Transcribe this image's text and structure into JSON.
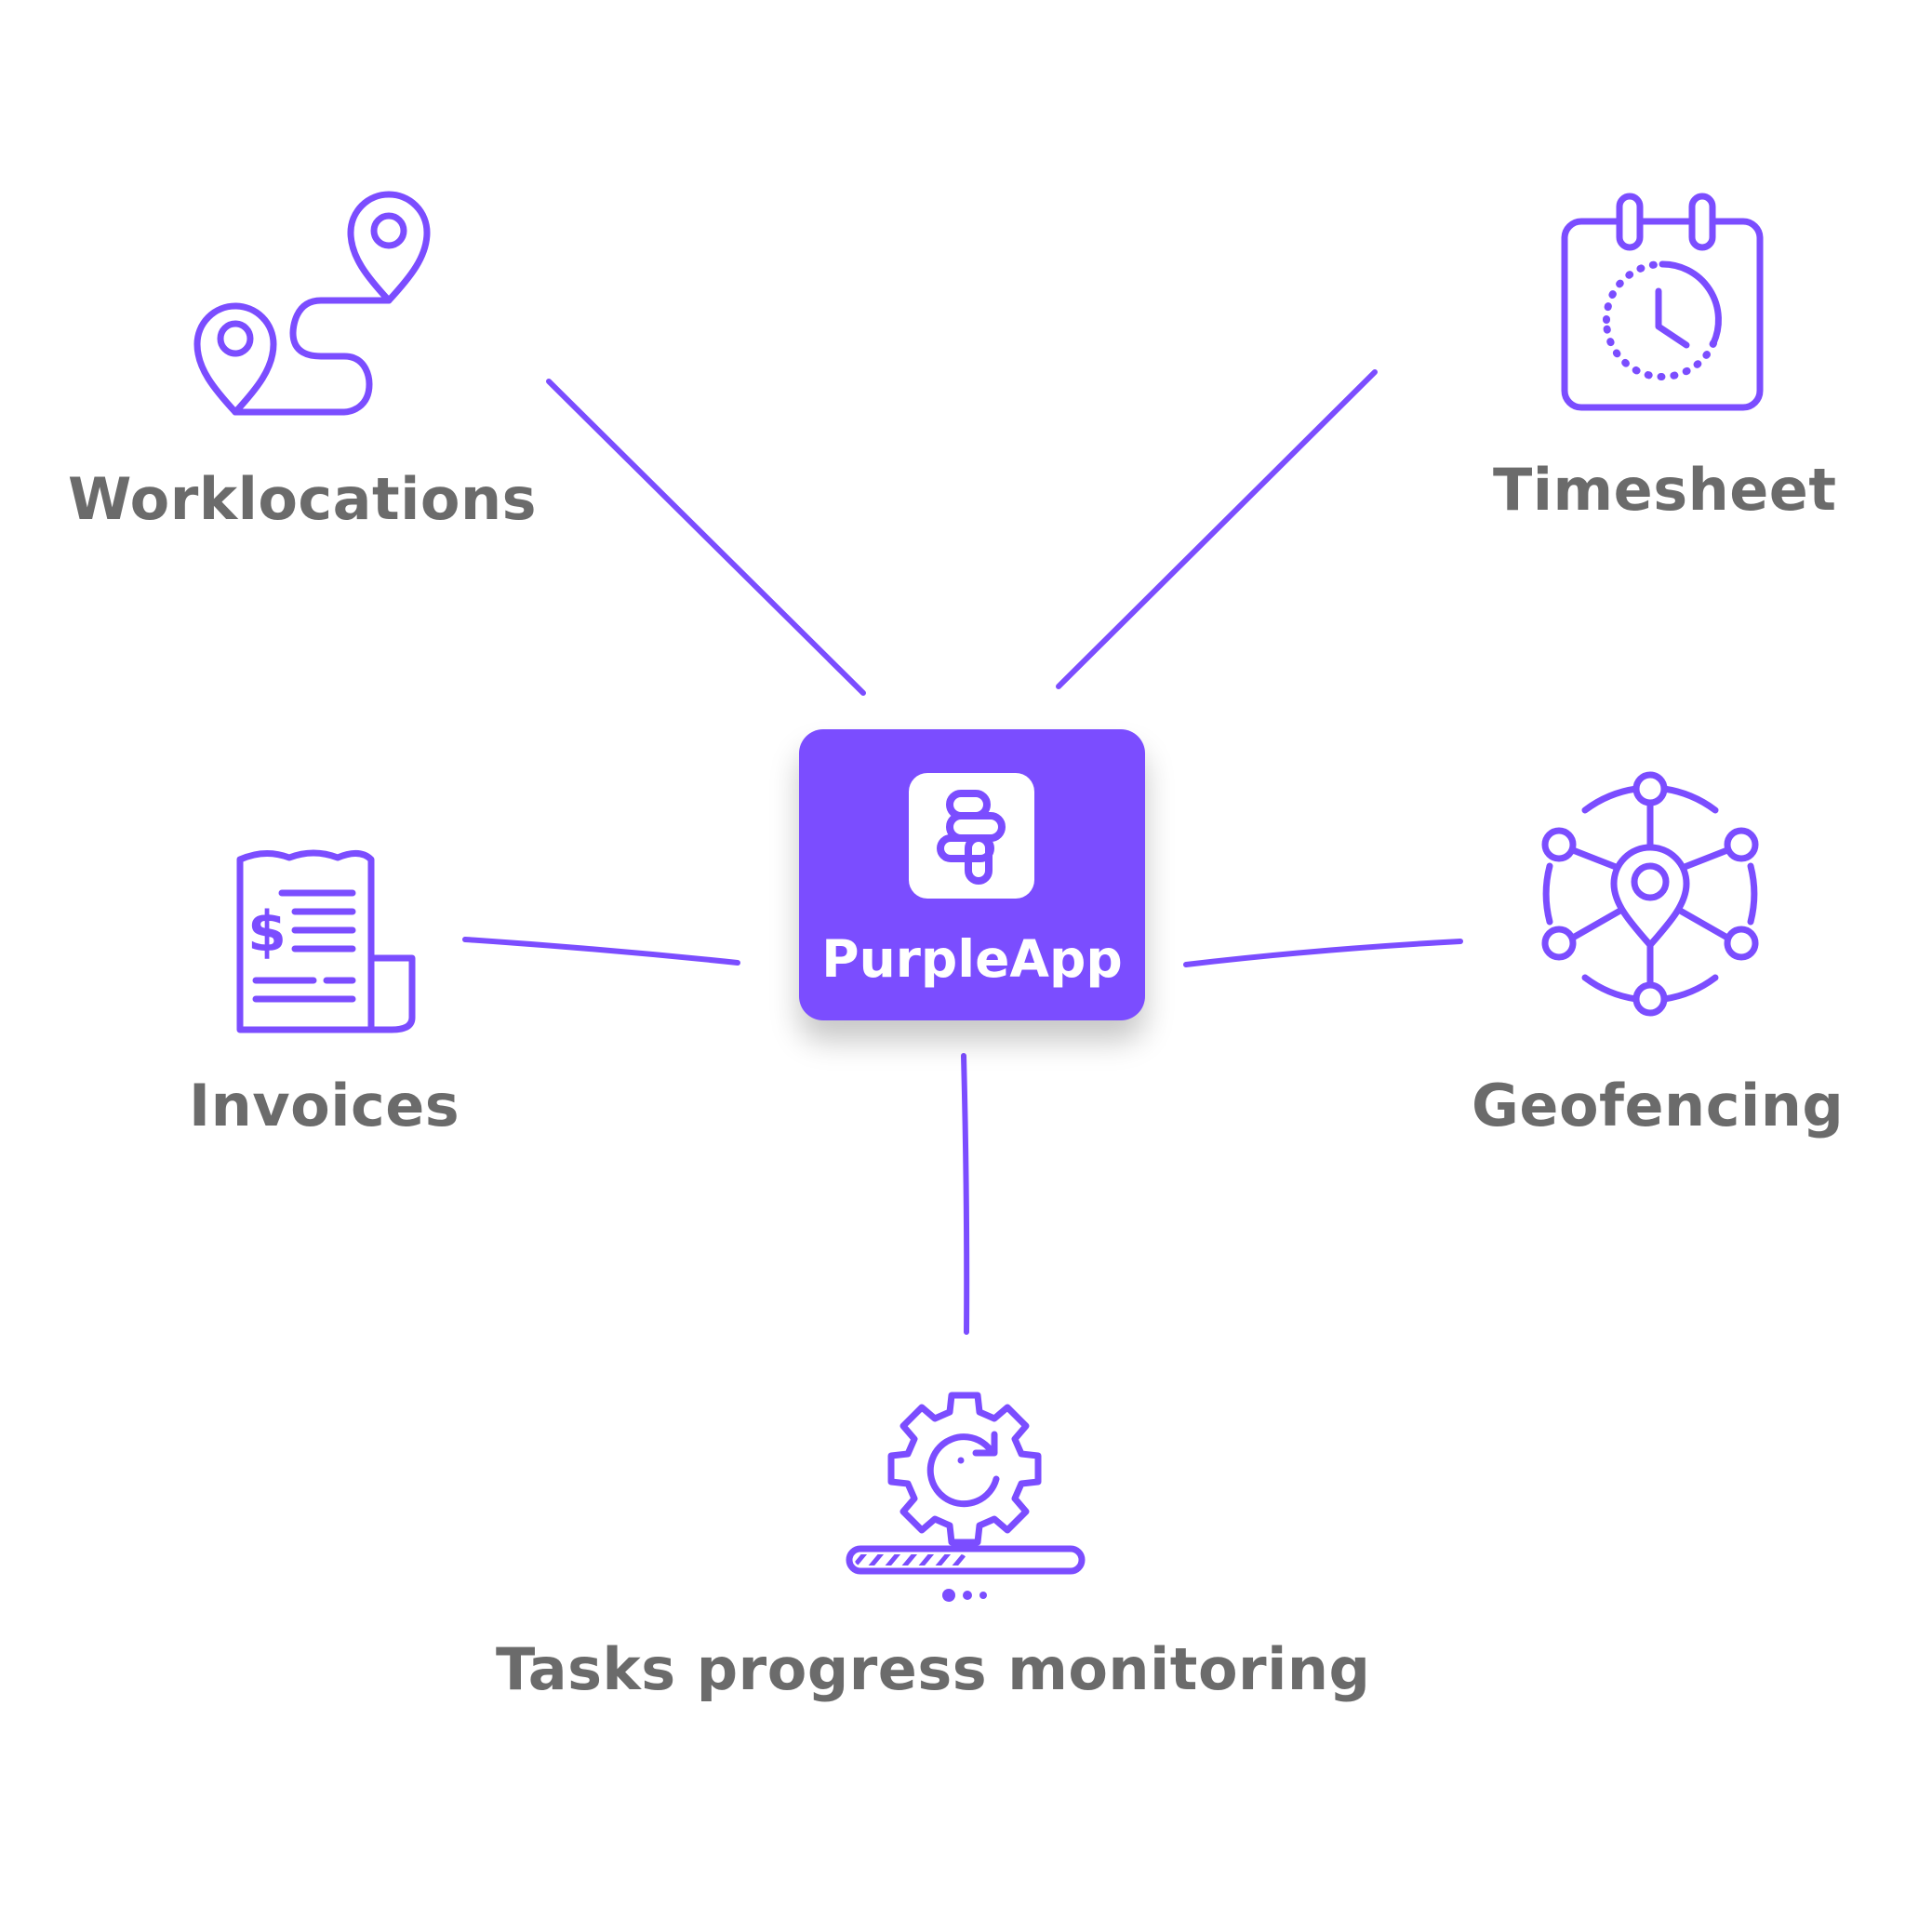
{
  "hub": {
    "title": "PurpleApp"
  },
  "features": {
    "worklocations": "Worklocations",
    "timesheet": "Timesheet",
    "invoices": "Invoices",
    "geofencing": "Geofencing",
    "tasks": "Tasks progress monitoring"
  },
  "icons": {
    "worklocations": "route-pins-icon",
    "timesheet": "calendar-clock-icon",
    "invoices": "invoice-dollar-icon",
    "geofencing": "geofence-network-icon",
    "tasks": "gear-progress-icon"
  },
  "colors": {
    "accent": "#7b4dff",
    "label": "#6b6b6b",
    "background": "#ffffff"
  }
}
